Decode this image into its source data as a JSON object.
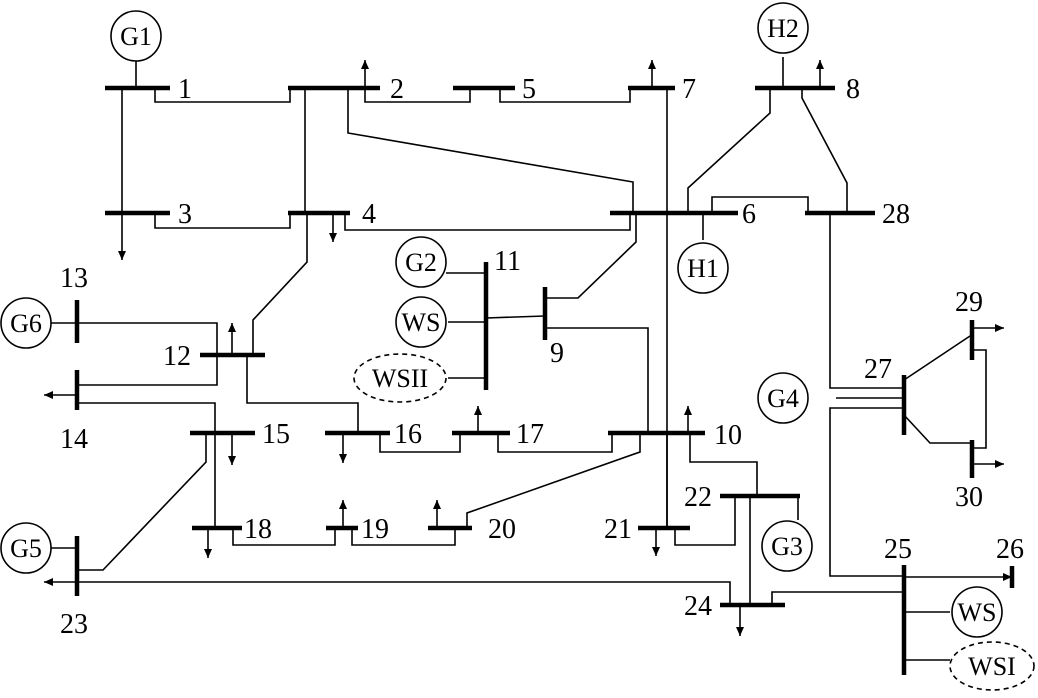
{
  "buses": [
    "1",
    "2",
    "3",
    "4",
    "5",
    "6",
    "7",
    "8",
    "9",
    "10",
    "11",
    "12",
    "13",
    "14",
    "15",
    "16",
    "17",
    "18",
    "19",
    "20",
    "21",
    "22",
    "23",
    "24",
    "25",
    "26",
    "27",
    "28",
    "29",
    "30"
  ],
  "generators": {
    "g1": "G1",
    "g2": "G2",
    "g3": "G3",
    "g4": "G4",
    "g5": "G5",
    "g6": "G6",
    "h1": "H1",
    "h2": "H2",
    "ws_a": "WS",
    "ws_b": "WS",
    "wsii": "WSII",
    "wsi": "WSI"
  }
}
